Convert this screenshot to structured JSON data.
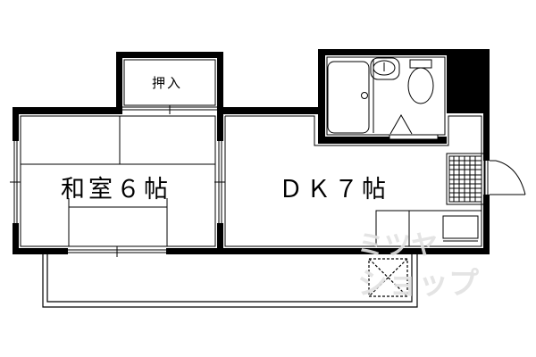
{
  "plan": {
    "rooms": [
      {
        "id": "washitsu",
        "label": "和室６帖"
      },
      {
        "id": "dk",
        "label": "ＤＫ７帖"
      },
      {
        "id": "oshiire",
        "label": "押入"
      }
    ],
    "fixtures": [
      "unit-bath",
      "washbasin",
      "toilet",
      "washing-machine-space",
      "shoe-cabinet",
      "kitchen-counter",
      "sink",
      "entrance-door",
      "balcony",
      "floor-hatch"
    ],
    "watermark": {
      "line1": "ミツヤ",
      "line2": "ショップ"
    },
    "colors": {
      "wall": "#000000",
      "background": "#ffffff",
      "watermark": "#e2e2e2"
    }
  }
}
